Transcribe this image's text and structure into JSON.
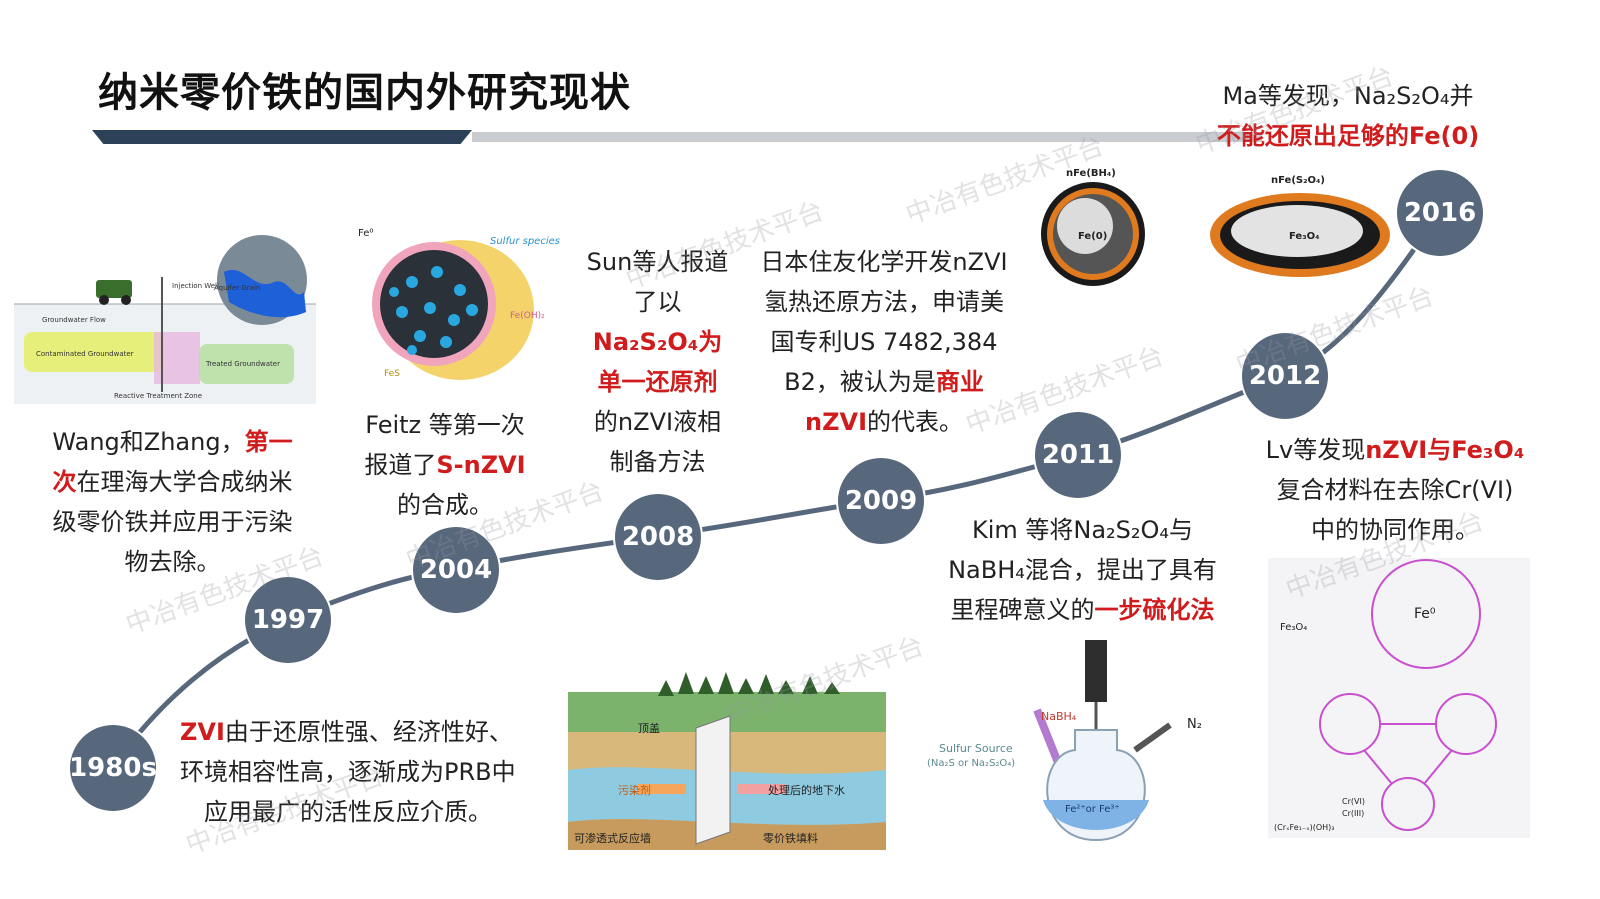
{
  "title": "纳米零价铁的国内外研究现状",
  "watermark": "中冶有色技术平台",
  "timeline": {
    "y1980s": "1980s",
    "y1997": "1997",
    "y2004": "2004",
    "y2008": "2008",
    "y2009": "2009",
    "y2011": "2011",
    "y2012": "2012",
    "y2016": "2016"
  },
  "events": {
    "e1980s": {
      "hl": "ZVI",
      "p1": "由于还原性强、经济性好、",
      "p2": "环境相容性高，逐渐成为PRB中",
      "p3": "应用最广的活性反应介质。"
    },
    "e1997": {
      "p1": "Wang和Zhang，",
      "hl1": "第一",
      "hl2": "次",
      "p2": "在理海大学合成纳米",
      "p3": "级零价铁并应用于污染",
      "p4": "物去除。"
    },
    "e2004": {
      "p1": "Feitz 等第一次",
      "p2": "报道了",
      "hl": "S-nZVI",
      "p3": "的合成。"
    },
    "e2008": {
      "p1": "Sun等人报道",
      "p2": "了以",
      "hl1": "Na₂S₂O₄为",
      "hl2": "单一还原剂",
      "p3": "的nZVI液相",
      "p4": "制备方法"
    },
    "e2009": {
      "p1": "日本住友化学开发nZVI",
      "p2": "氢热还原方法，申请美",
      "p3": "国专利US 7482,384",
      "p4": "B2，被认为是",
      "hl1": "商业",
      "hl2": "nZVI",
      "p5": "的代表。"
    },
    "e2011": {
      "p1": "Kim 等将Na₂S₂O₄与",
      "p2": "NaBH₄混合，提出了具有",
      "p3": "里程碑意义的",
      "hl": "一步硫化法"
    },
    "e2012": {
      "p1": "Lv等发现",
      "hl": "nZVI与Fe₃O₄",
      "p2": "复合材料在去除Cr(VI)",
      "p3": "中的协同作用。"
    },
    "e2016": {
      "p1": "Ma等发现，Na₂S₂O₄并",
      "hl": "不能还原出足够的Fe(0)"
    }
  },
  "figures": {
    "prb": {
      "well": "Injection Well",
      "aquifer": "Aquifer Grain",
      "flow": "Groundwater Flow",
      "contam": "Contaminated Groundwater",
      "treated": "Treated Groundwater",
      "zone": "Reactive Treatment Zone"
    },
    "snzvi": {
      "fe0": "Fe⁰",
      "sulfur": "Sulfur species",
      "feoh": "Fe(OH)₂",
      "fes": "FeS"
    },
    "bh4": {
      "label": "nFe(BH₄)",
      "core": "Fe(0)"
    },
    "s2o4": {
      "label": "nFe(S₂O₄)",
      "core": "Fe₃O₄"
    },
    "wall": {
      "cover": "顶盖",
      "pollutant": "污染剂",
      "treated": "处理后的地下水",
      "wall": "可渗透式反应墙",
      "fill": "零价铁填料"
    },
    "flask": {
      "nabh4": "NaBH₄",
      "n2": "N₂",
      "source": "Sulfur Source",
      "source2": "(Na₂S or Na₂S₂O₄)",
      "ions": "Fe²⁺or Fe³⁺"
    },
    "composite": {
      "fe3o4": "Fe₃O₄",
      "fe0": "Fe⁰",
      "crvi": "Cr(VI)",
      "criii": "Cr(III)",
      "crfe": "(CrₓFe₁₋ₓ)(OH)₃"
    }
  },
  "colors": {
    "accent_red": "#d01c1c",
    "node": "#58687c",
    "bar_dark": "#2d4158",
    "bar_light": "#c9ccd1"
  }
}
